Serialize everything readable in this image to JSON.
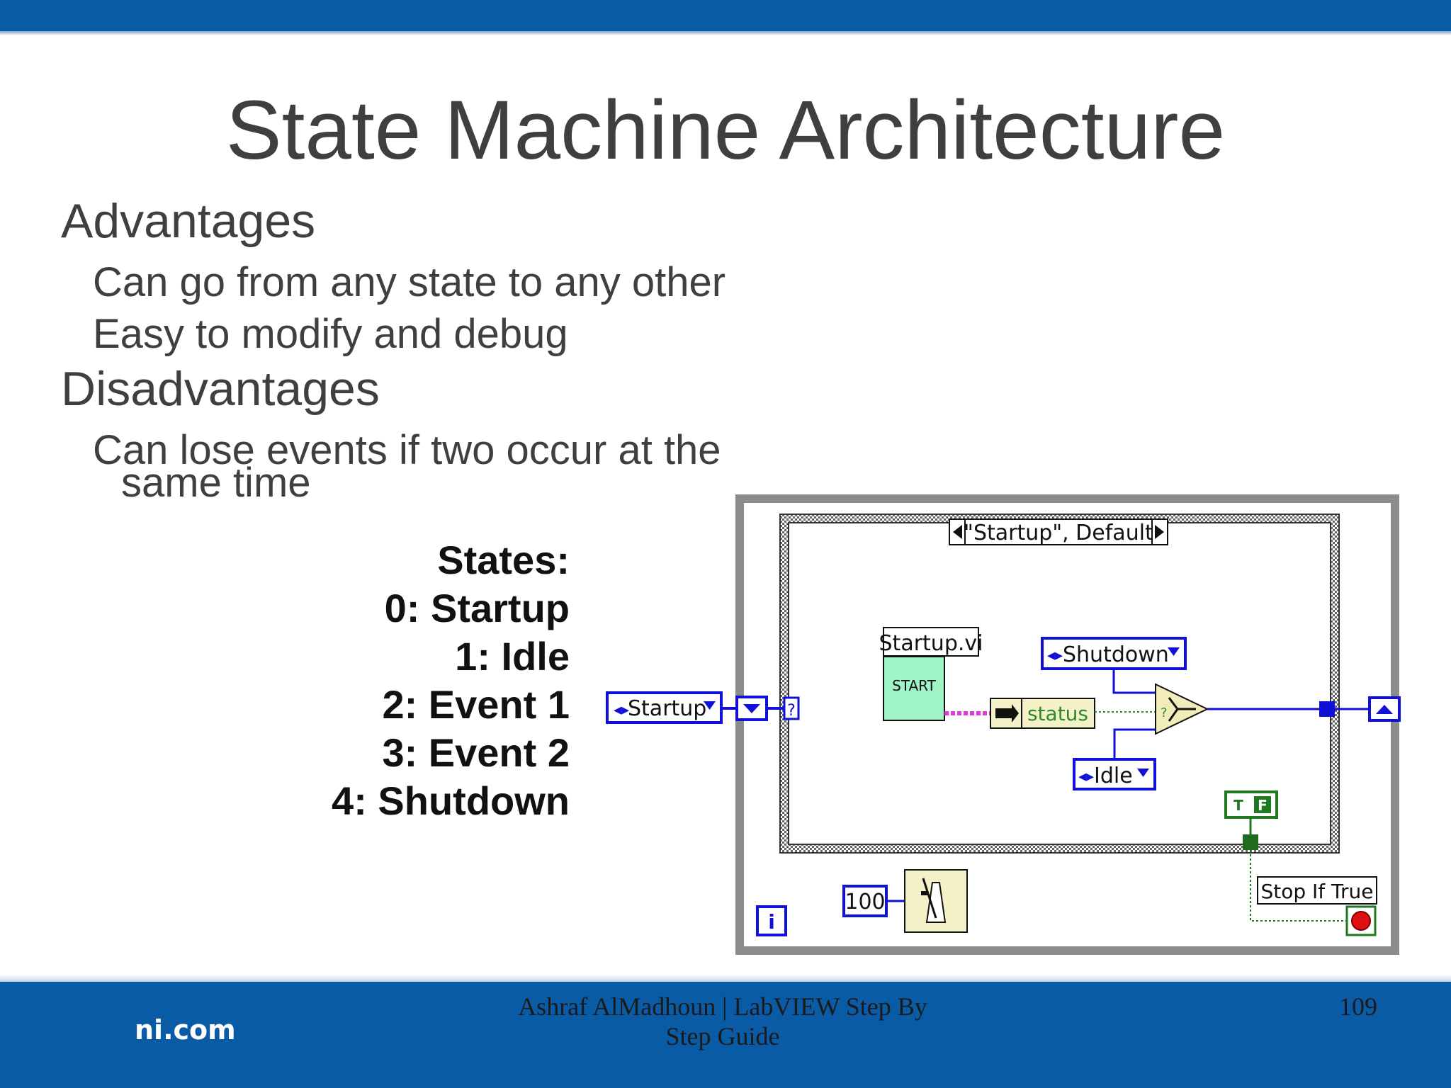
{
  "slide": {
    "title": "State Machine Architecture",
    "advantages_heading": "Advantages",
    "advantages": [
      "Can go from any state to any other",
      "Easy to modify and debug"
    ],
    "disadvantages_heading": "Disadvantages",
    "disadvantages_line1": "Can lose events if two occur at the",
    "disadvantages_line2": "same time",
    "states": [
      "States:",
      "0: Startup",
      "1: Idle",
      "2: Event 1",
      "3: Event 2",
      "4: Shutdown"
    ]
  },
  "diagram": {
    "case_selector": "\"Startup\", Default",
    "startup_enum": "Startup",
    "subvi_label": "Startup.vi",
    "subvi_icon": "START",
    "status_label": "status",
    "shutdown_enum": "Shutdown",
    "idle_enum": "Idle",
    "selector_terminal": "?",
    "wait_constant": "100",
    "iteration": "i",
    "stop_label": "Stop If True",
    "bool_const": "TF",
    "icons": [
      "metronome-icon",
      "select-function-icon",
      "stop-button-icon"
    ]
  },
  "footer": {
    "brand": "ni.com",
    "line1": "Ashraf AlMadhoun | LabVIEW Step By",
    "line2": "Step Guide",
    "page": "109"
  },
  "colors": {
    "brand_blue": "#0a5ba6",
    "enum_blue": "#1010d8",
    "wire_green": "#2b8a2b"
  }
}
